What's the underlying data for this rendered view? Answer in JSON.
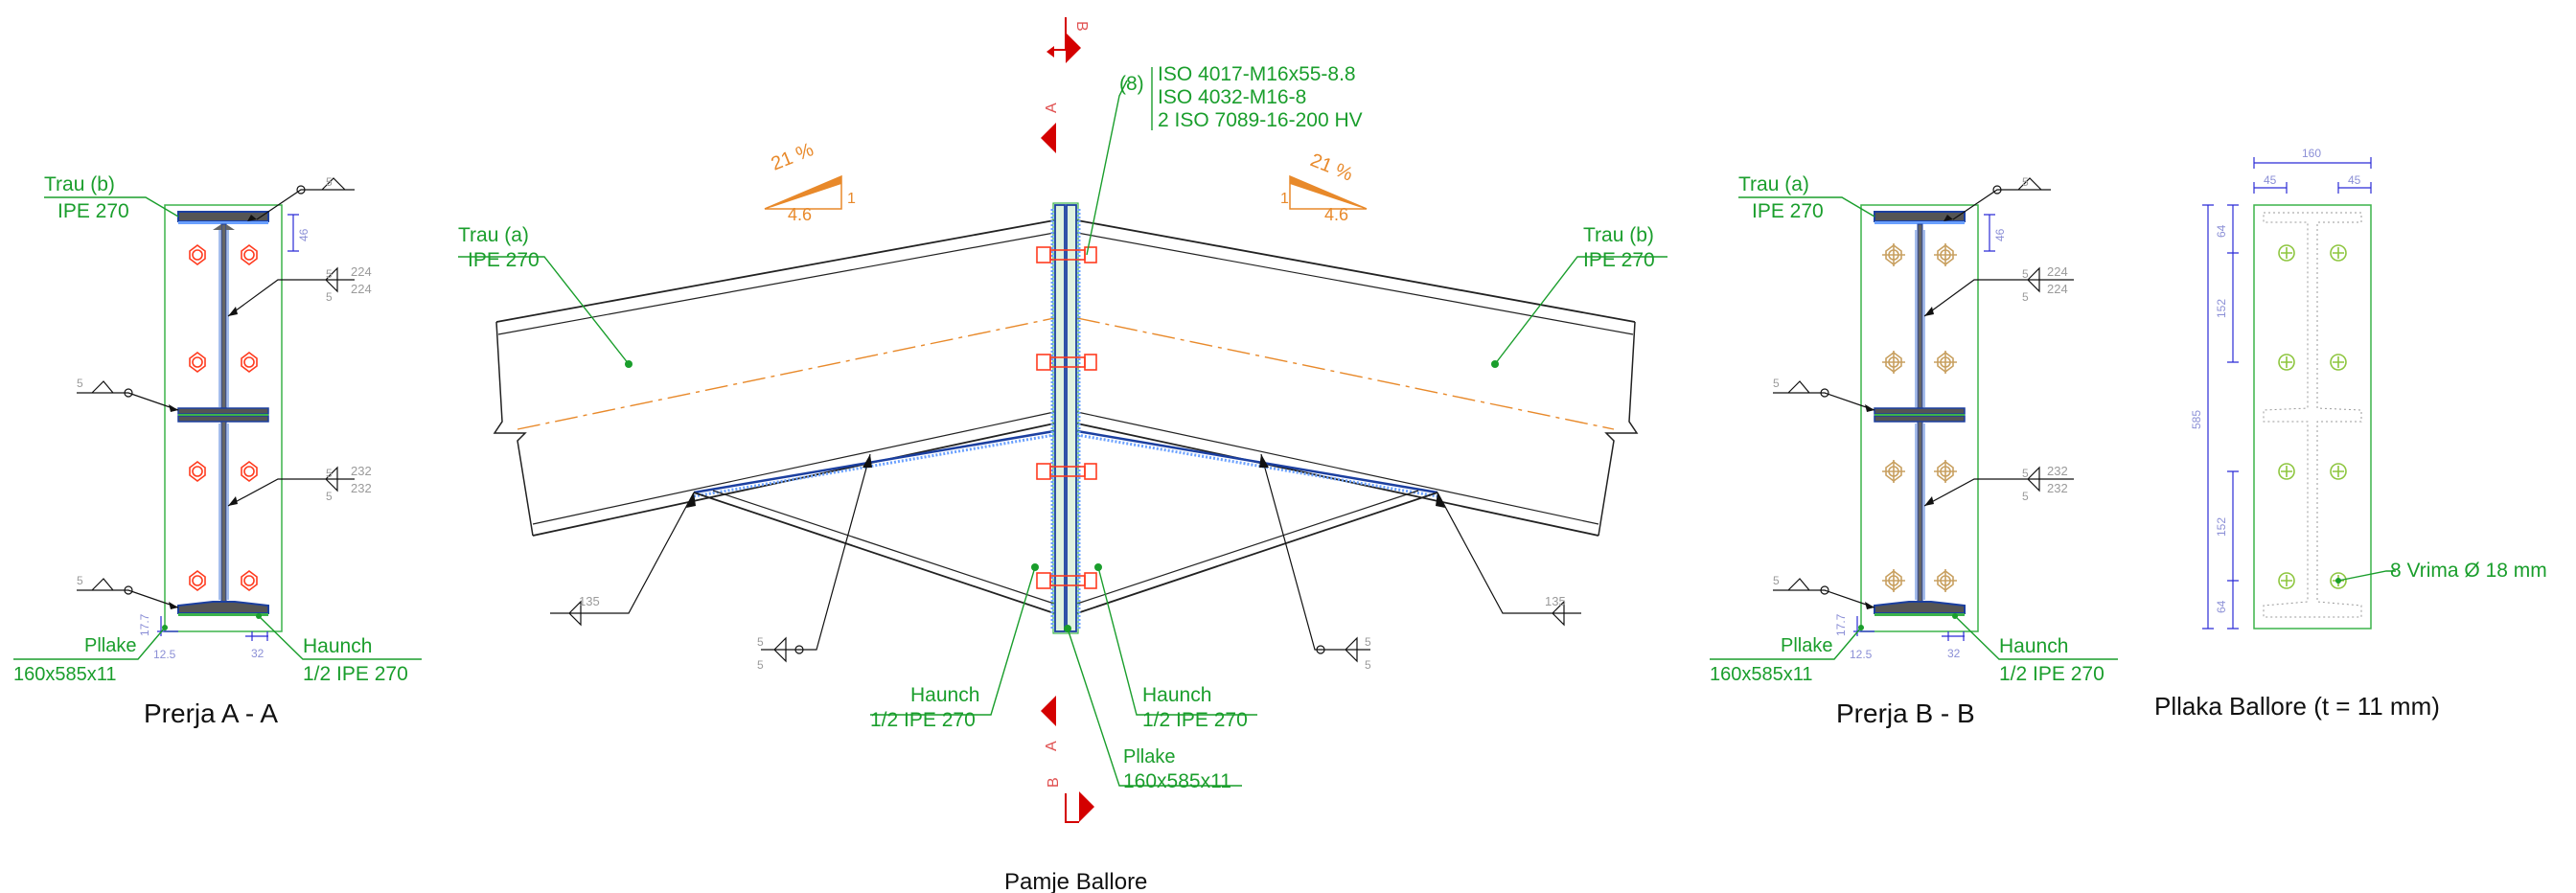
{
  "colors": {
    "label_green": "#1a9e2c",
    "section_marker_red": "#d40000",
    "bolt_red": "#ff3b1f",
    "bolt_tan": "#c8a060",
    "bolt_green": "#8ec63f",
    "dim_blue": "#2b2bd6",
    "slope_orange": "#e8892a",
    "steel_gray": "#444444"
  },
  "section_a": {
    "title": "Prerja A - A",
    "beam_label": "Trau (b)",
    "beam_profile": "IPE 270",
    "plate_label": "Pllake",
    "plate_size": "160x585x11",
    "haunch_label": "Haunch",
    "haunch_profile": "1/2 IPE 270",
    "weld_5": "5",
    "weld_224": "224",
    "weld_232": "232",
    "dim_46": "46",
    "dim_17_7": "17.7",
    "dim_12_5": "12.5",
    "dim_32": "32",
    "bolt_icon": "hex-bolt-icon"
  },
  "elevation": {
    "title": "Pamje Ballore",
    "bolt_count": "(8)",
    "bolt_spec_1": "ISO 4017-M16x55-8.8",
    "bolt_spec_2": "ISO 4032-M16-8",
    "bolt_spec_3": "2 ISO 7089-16-200 HV",
    "left_beam_label": "Trau (a)",
    "left_beam_profile": "IPE 270",
    "right_beam_label": "Trau (b)",
    "right_beam_profile": "IPE 270",
    "haunch_left_label": "Haunch",
    "haunch_left_profile": "1/2 IPE 270",
    "haunch_right_label": "Haunch",
    "haunch_right_profile": "1/2 IPE 270",
    "plate_label": "Pllake",
    "plate_size": "160x585x11",
    "slope_pct": "21 %",
    "slope_run": "4.6",
    "slope_rise": "1",
    "weld_135": "135",
    "weld_5": "5",
    "section_a_letter": "A",
    "section_b_letter": "B"
  },
  "section_b": {
    "title": "Prerja B - B",
    "beam_label": "Trau (a)",
    "beam_profile": "IPE 270",
    "plate_label": "Pllake",
    "plate_size": "160x585x11",
    "haunch_label": "Haunch",
    "haunch_profile": "1/2 IPE 270",
    "weld_5": "5",
    "weld_224": "224",
    "weld_232": "232",
    "dim_46": "46",
    "dim_17_7": "17.7",
    "dim_12_5": "12.5",
    "dim_32": "32",
    "bolt_icon": "hex-bolt-icon"
  },
  "plate_detail": {
    "title": "Pllaka Ballore (t = 11 mm)",
    "hole_note": "8 Vrima Ø 18 mm",
    "dim_160": "160",
    "dim_45_left": "45",
    "dim_45_right": "45",
    "dim_64_top": "64",
    "dim_152_top": "152",
    "dim_585": "585",
    "dim_152_bottom": "152",
    "dim_64_bottom": "64",
    "hole_icon": "bolt-hole-icon"
  }
}
